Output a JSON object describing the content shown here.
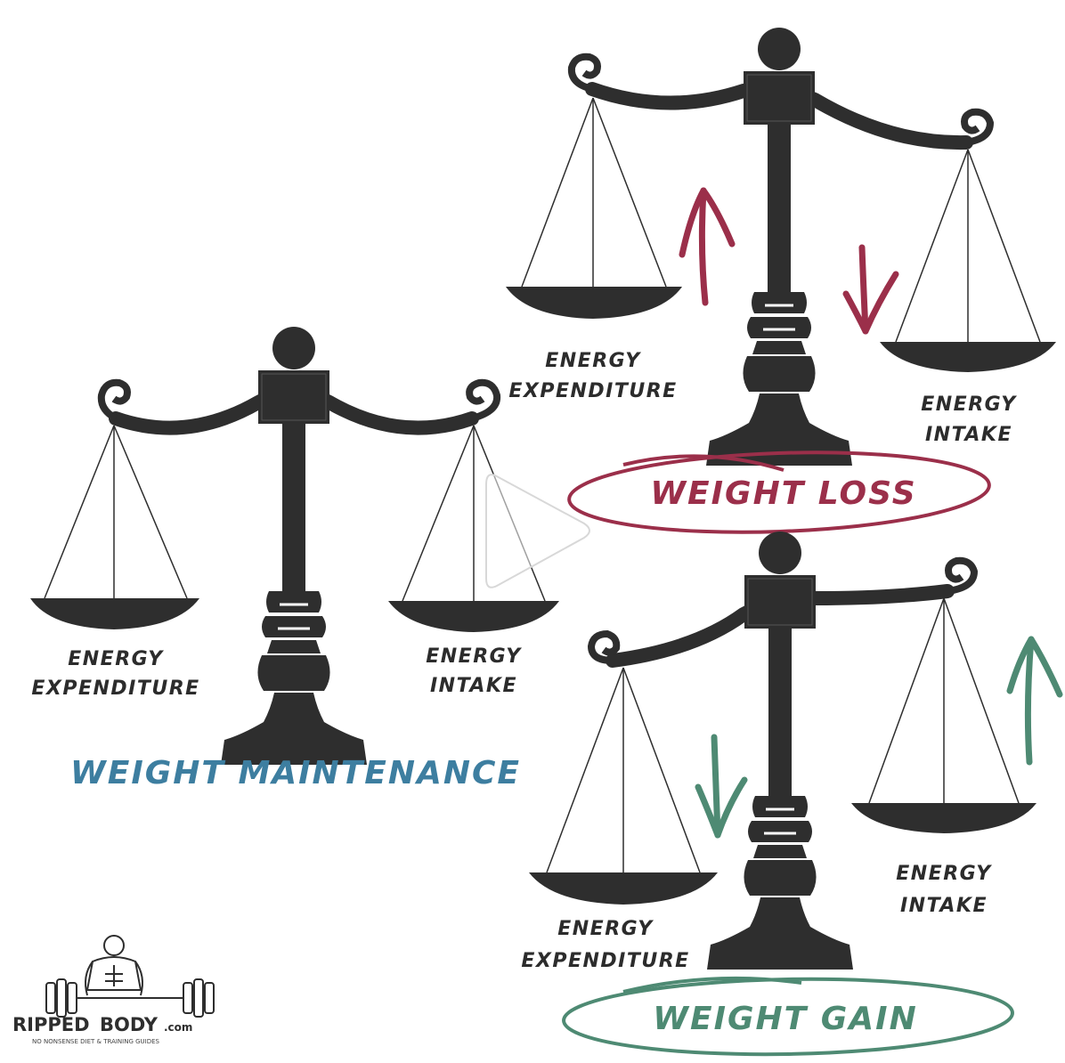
{
  "colors": {
    "ink": "#2e2e2e",
    "loss": "#9b2f4a",
    "gain": "#4e8a73",
    "maintenance": "#3d7ea0"
  },
  "maintenance": {
    "left_label_1": "ENERGY",
    "left_label_2": "EXPENDITURE",
    "right_label_1": "ENERGY",
    "right_label_2": "INTAKE",
    "title": "WEIGHT MAINTENANCE"
  },
  "loss": {
    "left_label_1": "ENERGY",
    "left_label_2": "EXPENDITURE",
    "right_label_1": "ENERGY",
    "right_label_2": "INTAKE",
    "title": "WEIGHT LOSS",
    "left_arrow": "up-arrow-icon",
    "right_arrow": "down-arrow-icon"
  },
  "gain": {
    "left_label_1": "ENERGY",
    "left_label_2": "EXPENDITURE",
    "right_label_1": "ENERGY",
    "right_label_2": "INTAKE",
    "title": "WEIGHT GAIN",
    "left_arrow": "down-arrow-icon",
    "right_arrow": "up-arrow-icon"
  },
  "logo": {
    "brand_ripped": "RIPPED",
    "brand_body": "BODY",
    "brand_suffix": ".com",
    "tagline": "NO NONSENSE DIET & TRAINING GUIDES"
  },
  "player": {
    "icon": "play-icon"
  }
}
